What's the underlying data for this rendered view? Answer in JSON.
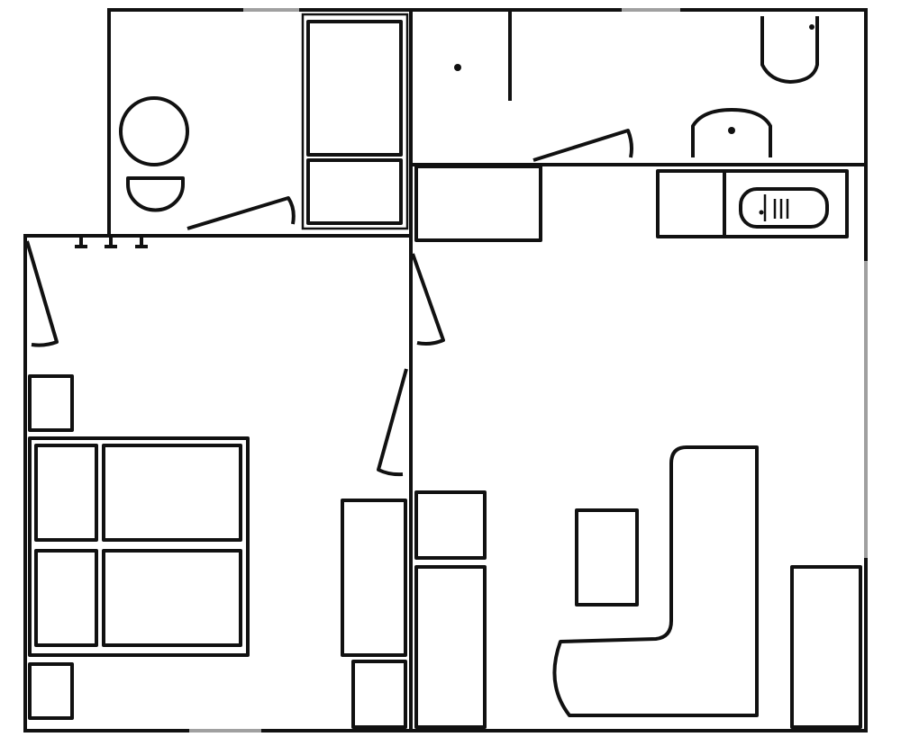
{
  "diagram": {
    "type": "floor-plan",
    "rooms": [
      "bathroom-upper-left",
      "bathroom-upper-right",
      "bedroom",
      "living-kitchen"
    ],
    "colors": {
      "wall": "#111111",
      "window": "#a0a0a0",
      "background": "#ffffff"
    }
  }
}
